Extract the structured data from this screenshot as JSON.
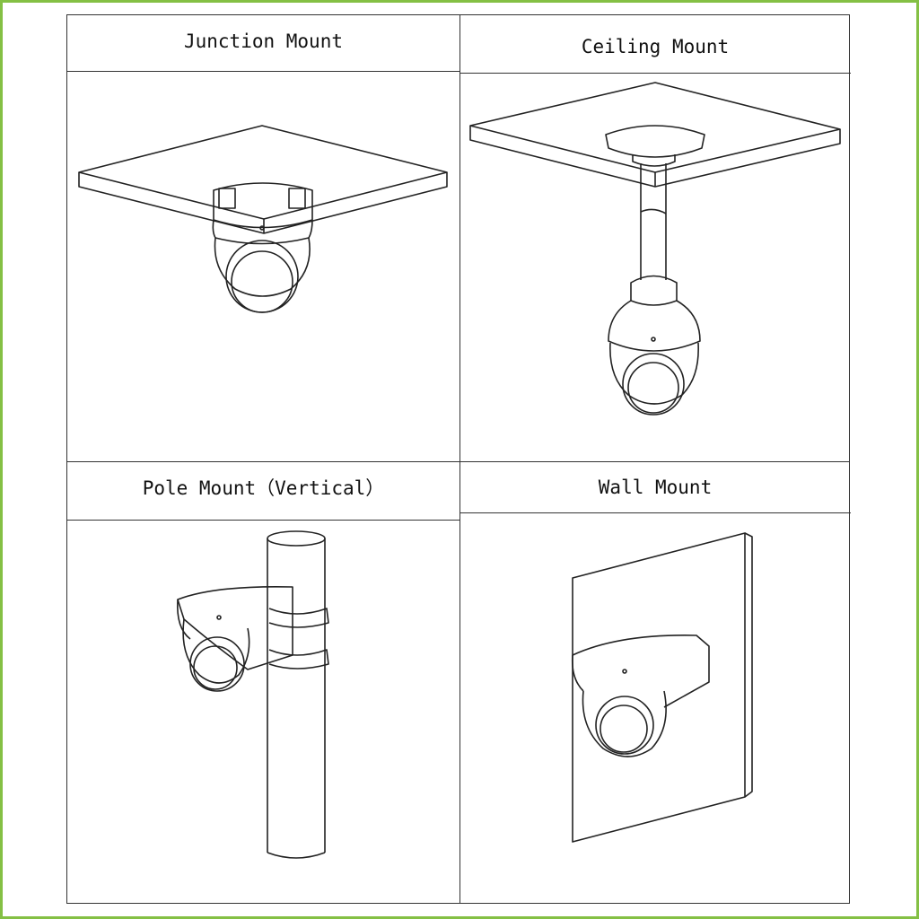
{
  "panels": [
    {
      "title": "Junction Mount",
      "icon": "junction-mount-camera-illustration"
    },
    {
      "title": "Ceiling Mount",
      "icon": "ceiling-mount-camera-illustration"
    },
    {
      "title": "Pole Mount（Vertical）",
      "icon": "pole-mount-camera-illustration"
    },
    {
      "title": "Wall Mount",
      "icon": "wall-mount-camera-illustration"
    }
  ],
  "colors": {
    "border": "#84c044",
    "lines": "#222222"
  }
}
